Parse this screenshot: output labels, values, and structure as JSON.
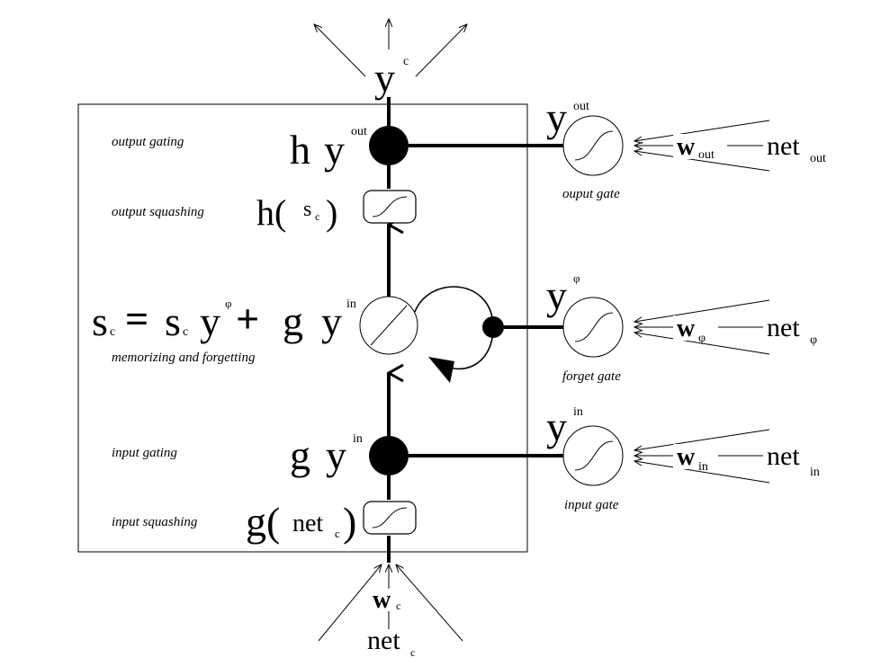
{
  "cell": {
    "output_y": "y",
    "output_sup": "c",
    "output_gating_label": "output gating",
    "output_squashing_label": "output squashing",
    "memorizing_label": "memorizing and forgetting",
    "input_gating_label": "input gating",
    "input_squashing_label": "input squashing",
    "hy_h": "h",
    "hy_y": "y",
    "hy_sup": "out",
    "hs_h": "h(",
    "hs_s": "s",
    "hs_sub": "c",
    "hs_close": ")",
    "eq_s1": "s",
    "eq_sub1": "c",
    "eq_equals": "=",
    "eq_s2": "s",
    "eq_sub2": "c",
    "eq_y1": "y",
    "eq_sup1": "φ",
    "eq_plus": "+",
    "eq_g": "g",
    "eq_y2": "y",
    "eq_sup2": "in",
    "gy_g": "g",
    "gy_y": "y",
    "gy_sup": "in",
    "gnet_g": "g(",
    "gnet_net": "net",
    "gnet_sub": "c",
    "gnet_close": ")",
    "input_w": "w",
    "input_w_sub": "c",
    "input_net": "net",
    "input_net_sub": "c"
  },
  "gates": {
    "out": {
      "y": "y",
      "sup": "out",
      "w": "w",
      "w_sub": "out",
      "net": "net",
      "net_sub": "out",
      "label": "ouput gate"
    },
    "forget": {
      "y": "y",
      "sup": "φ",
      "w": "w",
      "w_sub": "φ",
      "net": "net",
      "net_sub": "φ",
      "label": "forget gate"
    },
    "in": {
      "y": "y",
      "sup": "in",
      "w": "w",
      "w_sub": "in",
      "net": "net",
      "net_sub": "in",
      "label": "input gate"
    }
  }
}
